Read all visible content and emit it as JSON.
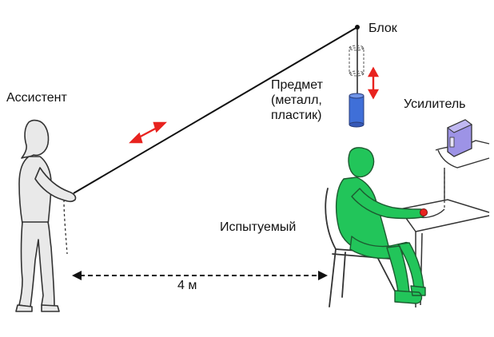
{
  "labels": {
    "assistant": "Ассистент",
    "block": "Блок",
    "object_line1": "Предмет",
    "object_line2": "(металл,",
    "object_line3": "пластик)",
    "amplifier": "Усилитель",
    "subject": "Испытуемый",
    "distance": "4 м"
  },
  "colors": {
    "subject_fill": "#22c55a",
    "arrow_red": "#e8231f",
    "object_fill": "#3f6fd8",
    "amplifier_fill": "#9d93e6",
    "outline": "#333333",
    "person_fill": "#e9e9e9"
  }
}
